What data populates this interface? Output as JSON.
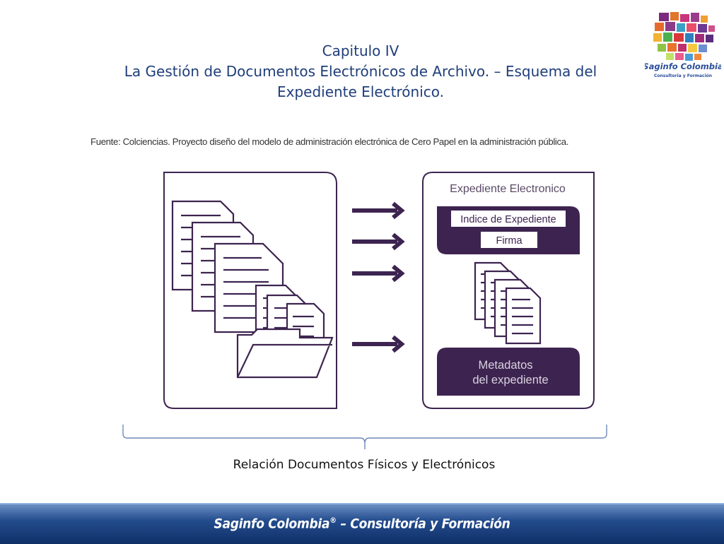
{
  "slide": {
    "title_line1": "Capitulo IV",
    "title_line2": "La Gestión de Documentos Electrónicos de Archivo. – Esquema del",
    "title_line3": "Expediente Electrónico.",
    "source": "Fuente: Colciencias. Proyecto diseño del modelo de administración electrónica de Cero Papel en la administración pública.",
    "caption": "Relación Documentos Físicos y Electrónicos"
  },
  "logo": {
    "name": "Saginfo Colombia",
    "tagline": "Consultoria y Formación"
  },
  "diagram": {
    "right_title": "Expediente Electronico",
    "index_label": "Indice de Expediente",
    "signature_label": "Firma",
    "metadata_line1": "Metadatos",
    "metadata_line2": "del expediente",
    "accent_color": "#3d2450"
  },
  "footer": {
    "brand": "Saginfo Colombia",
    "registered": "®",
    "separator": " – ",
    "text": "Consultoría y Formación"
  }
}
